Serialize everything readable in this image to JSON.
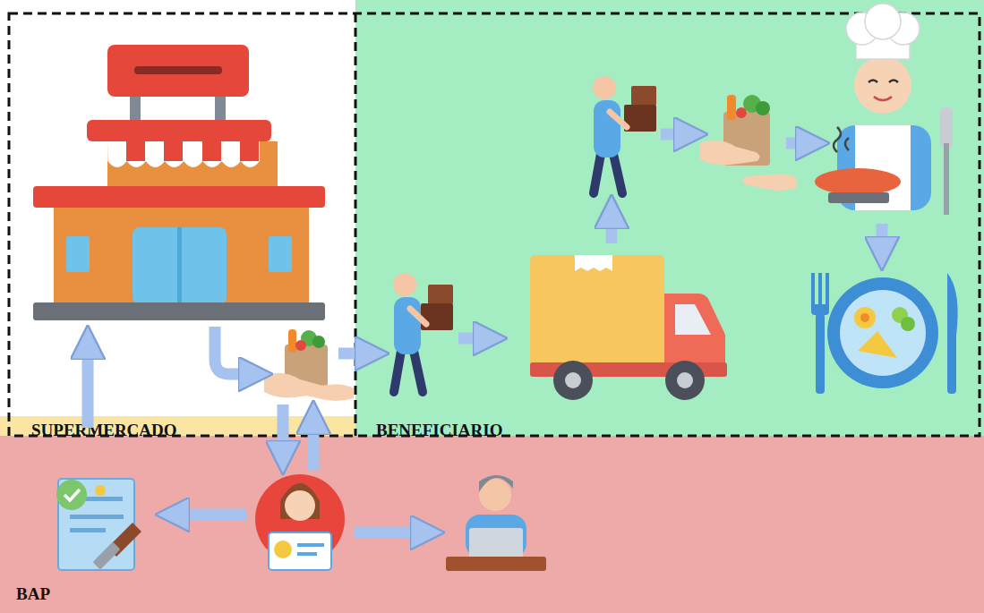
{
  "diagram": {
    "nodes": [
      {
        "text": [
          "SUPERMERCADO"
        ]
      },
      {
        "text": [
          "BENEFICIARIO"
        ]
      },
      {
        "text": [
          "BAP"
        ]
      }
    ]
  }
}
